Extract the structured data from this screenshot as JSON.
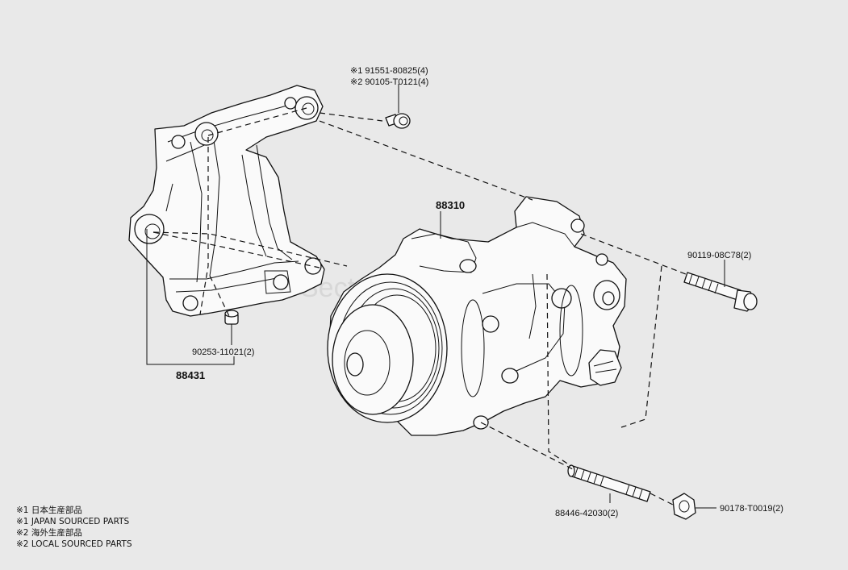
{
  "watermark": "SecteurViet.vn",
  "callouts": {
    "bolt_upper_1": "※1 91551-80825(4)",
    "bolt_upper_2": "※2 90105-T0121(4)",
    "compressor": "88310",
    "bracket": "88431",
    "bushing": "90253-11021(2)",
    "long_bolt": "90119-08C78(2)",
    "stud": "88446-42030(2)",
    "nut": "90178-T0019(2)"
  },
  "notes": [
    "※1 日本生産部品",
    "※1 JAPAN SOURCED PARTS",
    "※2 海外生産部品",
    "※2 LOCAL SOURCED PARTS"
  ]
}
